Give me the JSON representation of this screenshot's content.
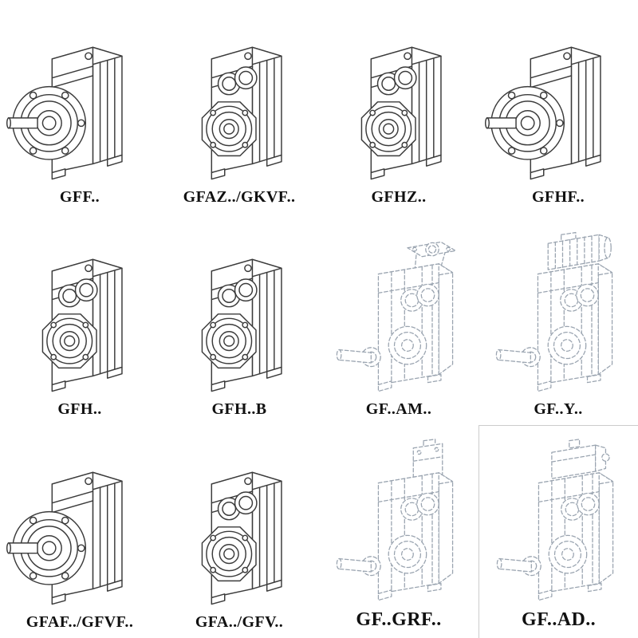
{
  "grid": {
    "rows": 3,
    "columns": 4
  },
  "colors": {
    "background": "#ffffff",
    "line_solid": "#3b3b3b",
    "line_dashed": "#9aa4b0",
    "label_text": "#111111",
    "box_border": "#cccccc"
  },
  "cells": [
    {
      "label": "GFF..",
      "drawing": "gearbox-flange-output-shaft",
      "line_style": "solid"
    },
    {
      "label": "GFAZ../GKVF..",
      "drawing": "gearbox-hollow-bore",
      "line_style": "solid"
    },
    {
      "label": "GFHZ..",
      "drawing": "gearbox-hollow-bore",
      "line_style": "solid"
    },
    {
      "label": "GFHF..",
      "drawing": "gearbox-flange-output-shaft",
      "line_style": "solid"
    },
    {
      "label": "GFH..",
      "drawing": "gearbox-hollow-bore",
      "line_style": "solid"
    },
    {
      "label": "GFH..B",
      "drawing": "gearbox-hollow-bore",
      "line_style": "solid"
    },
    {
      "label": "GF..AM..",
      "drawing": "gearbox-input-flange-top",
      "line_style": "dashed"
    },
    {
      "label": "GF..Y..",
      "drawing": "gearbox-with-motor",
      "line_style": "dashed"
    },
    {
      "label": "GFAF../GFVF..",
      "drawing": "gearbox-flange-output-shaft",
      "line_style": "solid"
    },
    {
      "label": "GFA../GFV..",
      "drawing": "gearbox-hollow-bore",
      "line_style": "solid"
    },
    {
      "label": "GF..GRF..",
      "drawing": "gearbox-input-adapter",
      "line_style": "dashed"
    },
    {
      "label": "GF..AD..",
      "drawing": "gearbox-servo-adapter",
      "line_style": "dashed"
    }
  ]
}
